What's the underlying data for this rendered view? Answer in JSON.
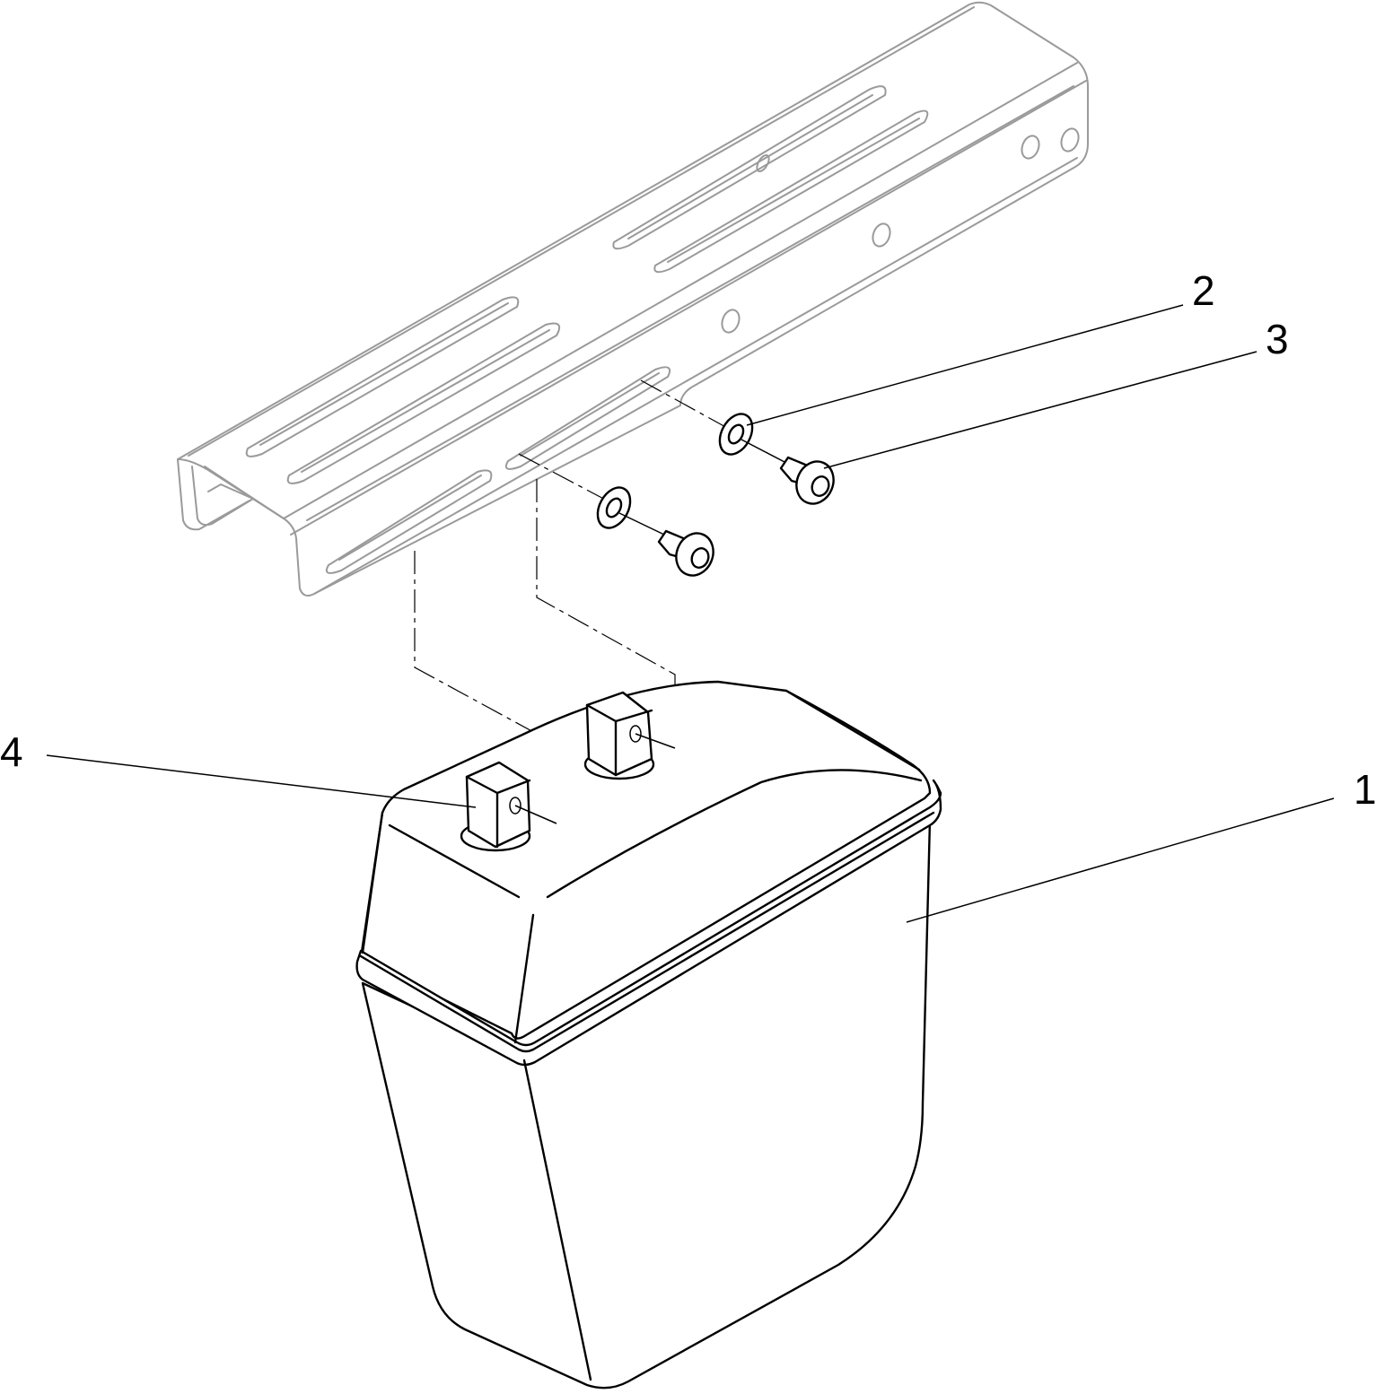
{
  "diagram": {
    "type": "exploded-parts-view",
    "parts": [
      {
        "callout": "1",
        "part": "tank"
      },
      {
        "callout": "2",
        "part": "washer"
      },
      {
        "callout": "3",
        "part": "button-head-screw"
      },
      {
        "callout": "4",
        "part": "mounting-stud"
      }
    ],
    "colors": {
      "line": "#000000",
      "background_part": "#9a9a9a",
      "background": "#ffffff"
    }
  }
}
